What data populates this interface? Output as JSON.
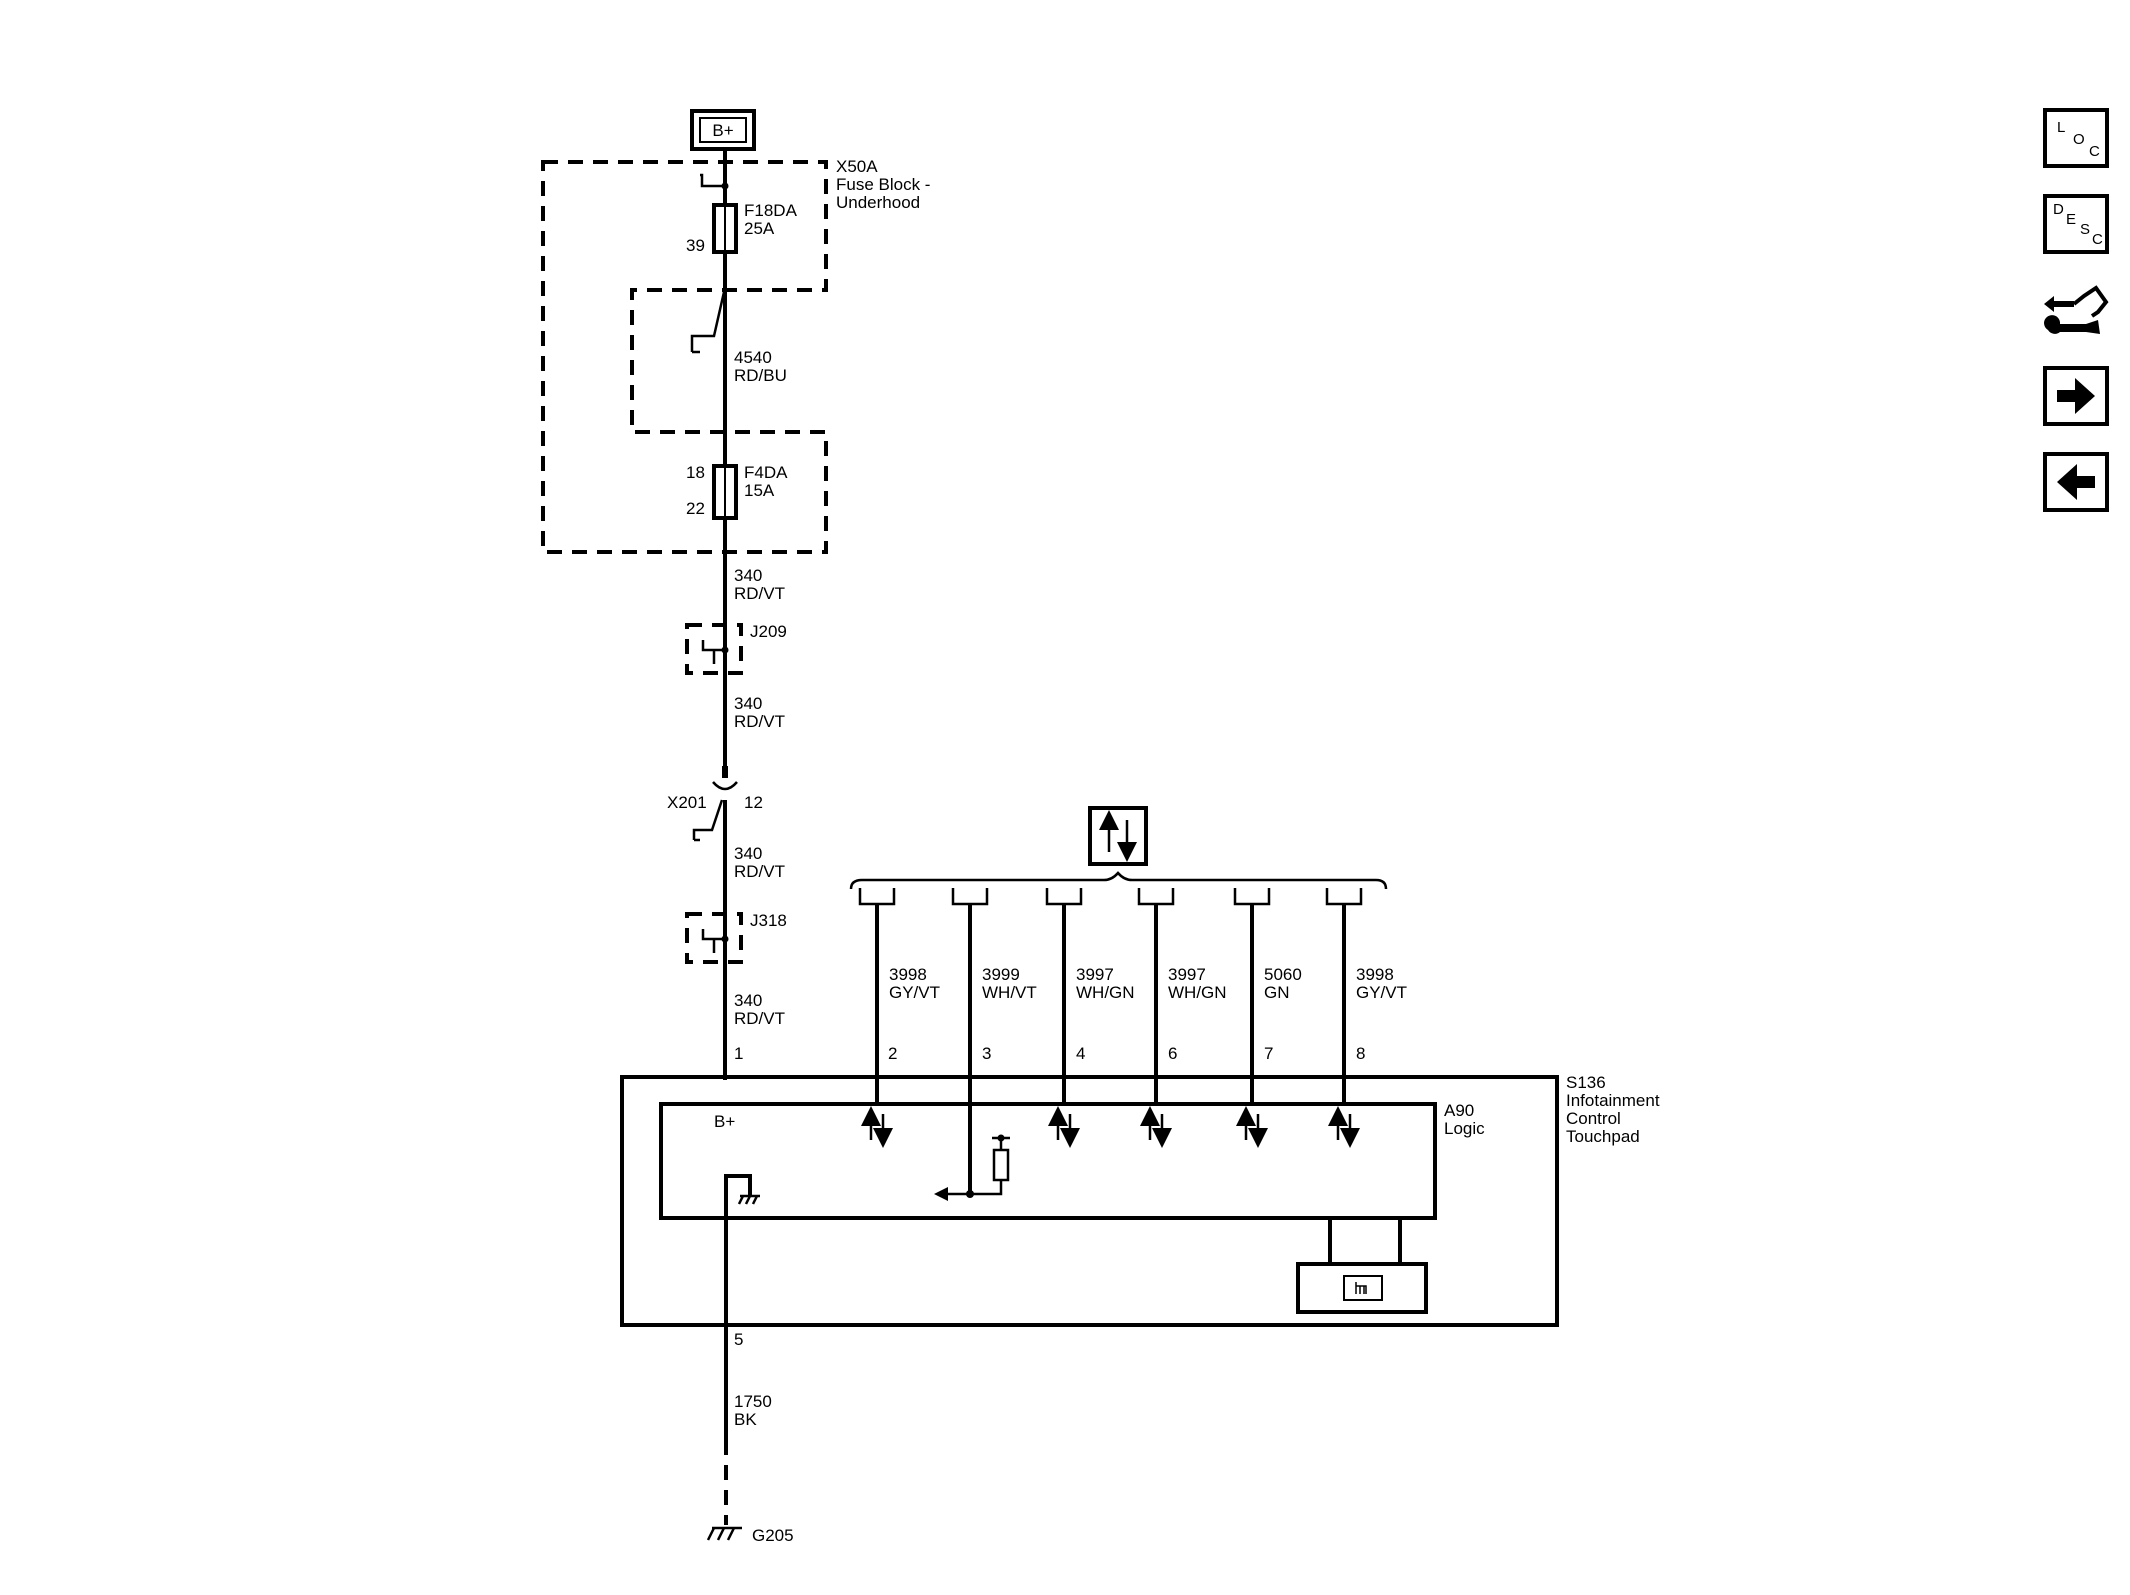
{
  "diagram": {
    "battery_label": "B+",
    "fuse_block": {
      "id": "X50A",
      "name_line1": "Fuse Block -",
      "name_line2": "Underhood"
    },
    "fuse_top": {
      "id": "F18DA",
      "rating": "25A",
      "pin": "39"
    },
    "wire_4540": {
      "circuit": "4540",
      "color": "RD/BU"
    },
    "fuse_bottom": {
      "id": "F4DA",
      "rating": "15A",
      "pin_in": "18",
      "pin_out": "22"
    },
    "wire_340": {
      "circuit": "340",
      "color": "RD/VT"
    },
    "splice_1": "J209",
    "connector": {
      "id": "X201",
      "pin": "12"
    },
    "splice_2": "J318",
    "module": {
      "id": "S136",
      "name_line1": "Infotainment",
      "name_line2": "Control",
      "name_line3": "Touchpad"
    },
    "logic": {
      "id": "A90",
      "name": "Logic",
      "bplus_label": "B+"
    },
    "pins": [
      "1",
      "2",
      "3",
      "4",
      "6",
      "7",
      "8"
    ],
    "signal_wires": [
      {
        "circuit": "3998",
        "color": "GY/VT"
      },
      {
        "circuit": "3999",
        "color": "WH/VT"
      },
      {
        "circuit": "3997",
        "color": "WH/GN"
      },
      {
        "circuit": "3997",
        "color": "WH/GN"
      },
      {
        "circuit": "5060",
        "color": "GN"
      },
      {
        "circuit": "3998",
        "color": "GY/VT"
      }
    ],
    "ground_pin": "5",
    "ground_wire": {
      "circuit": "1750",
      "color": "BK"
    },
    "ground_id": "G205"
  },
  "nav": {
    "loc": {
      "l": "L",
      "o": "O",
      "c": "C"
    },
    "desc": {
      "d": "D",
      "e": "E",
      "s": "S",
      "c": "C"
    },
    "tool_icon": "connector-wrench-icon",
    "forward_icon": "arrow-right-icon",
    "back_icon": "arrow-left-icon"
  }
}
